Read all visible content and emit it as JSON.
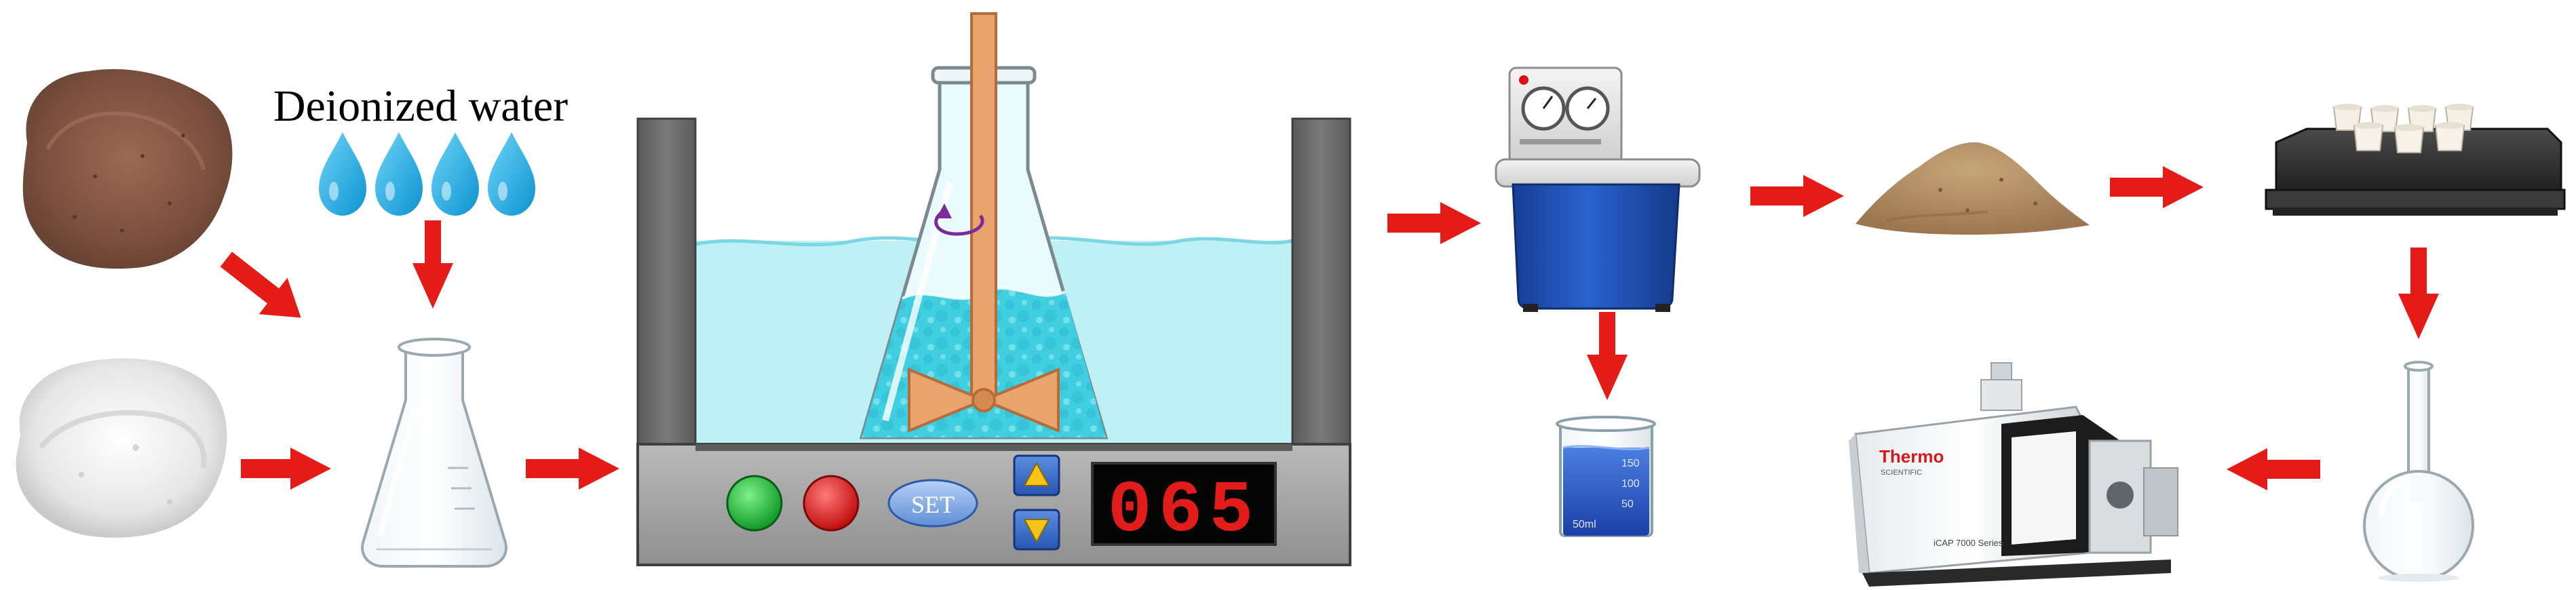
{
  "labels": {
    "water": "Deionized water",
    "set_button": "SET",
    "timer_display": "065",
    "icp_brand": "Thermo",
    "icp_brand_sub": "SCIENTIFIC",
    "icp_model": "iCAP 7000 Series",
    "beaker_marks": [
      "150",
      "100",
      "50",
      "50ml"
    ]
  },
  "icons": {
    "soil": "soil-powder-icon",
    "powder": "white-powder-icon",
    "water": "water-drops-icon",
    "flask": "erlenmeyer-flask-icon",
    "bath": "stirring-water-bath-icon",
    "pump": "vacuum-pump-icon",
    "beaker": "beaker-icon",
    "residue": "residue-pile-icon",
    "furnace": "muffle-furnace-icon",
    "volumetric": "volumetric-flask-icon",
    "icp": "icp-spectrometer-icon"
  },
  "colors": {
    "arrow": "#e41b17",
    "water": "#1aaee6",
    "bath_frame": "#6d6d6d",
    "bath_water": "#bff0f5",
    "flask_liquid": "#3fcfe0",
    "stirrer": "#e9a46e",
    "led_green": "#1fbf3a",
    "led_red": "#e21b1b",
    "set_button": "#7fa8e0",
    "display_digits": "#e21b1b",
    "pump_body": "#1d4fb4",
    "soil": "#8a5a44",
    "residue": "#b08b5e"
  }
}
